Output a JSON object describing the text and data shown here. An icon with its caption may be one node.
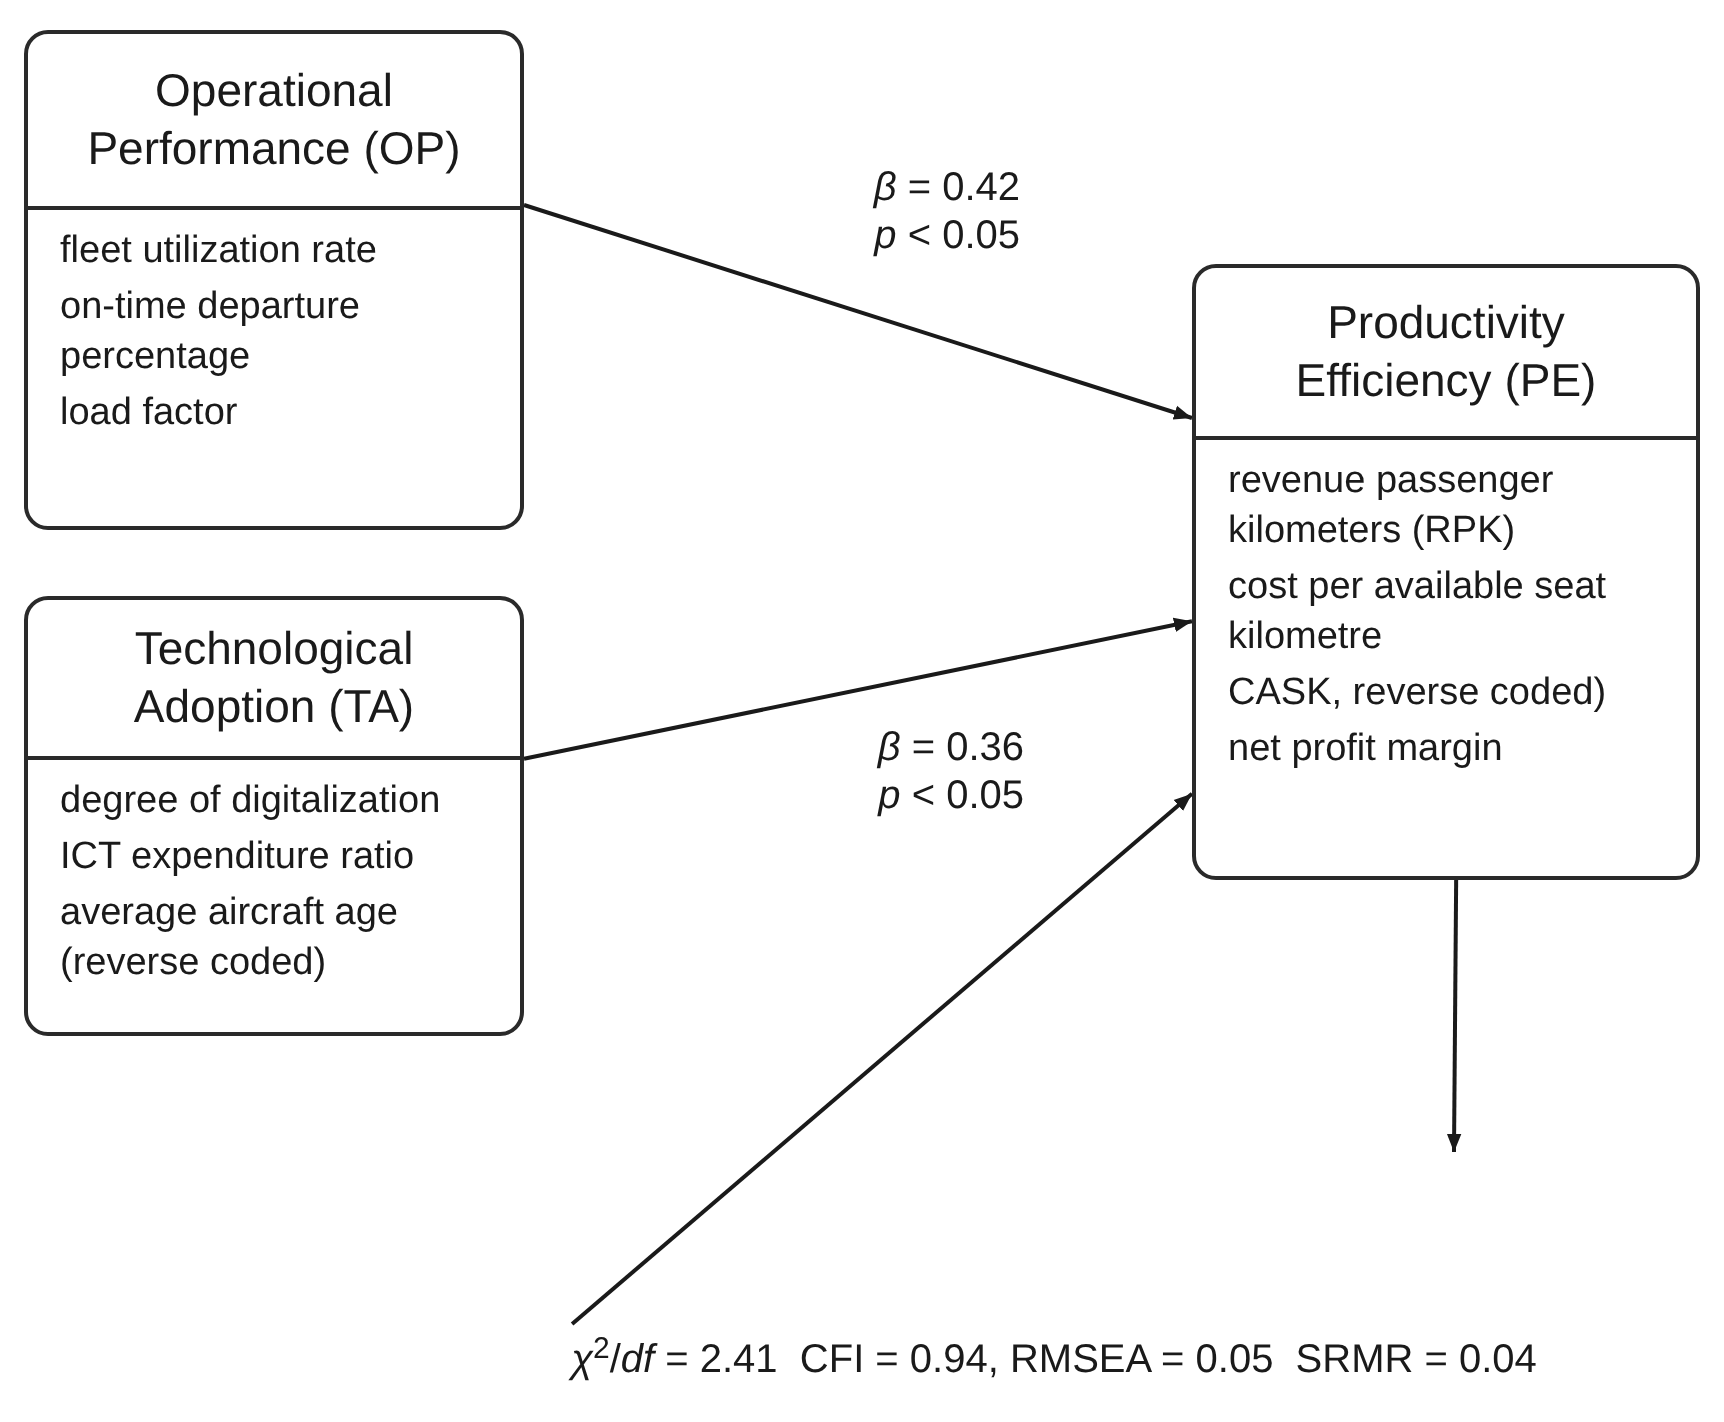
{
  "diagram": {
    "nodes": [
      {
        "text": [
          "Operational Performance (OP)",
          "fleet utilization rate",
          "on-time departure percentage",
          "load factor"
        ]
      },
      {
        "text": [
          "Technological Adoption (TA)",
          "degree of digitalization",
          "ICT expenditure ratio",
          "average aircraft age (reverse coded)"
        ]
      },
      {
        "text": [
          "Productivity Efficiency (PE)",
          "revenue passenger kilometers (RPK)",
          "cost per available seat kilometre",
          "CASK, reverse coded)",
          "net profit margin"
        ]
      },
      {
        "text": [
          "*χ*$^{2}$/*df* = 2.41  CFI = 0.94, RMSEA = 0.05  SRMR = 0.04"
        ]
      }
    ],
    "edges": [
      {
        "from": 0,
        "to": 2,
        "arrow": "to",
        "label": "*β* = 0.42 *p* < 0.05"
      },
      {
        "from": 1,
        "to": 2,
        "arrow": "to",
        "label": "*β* = 0.36 *p* < 0.05"
      },
      {
        "from": 3,
        "to": 2,
        "arrow": "to"
      },
      {
        "from": 2,
        "to": null,
        "arrow": "to"
      }
    ]
  }
}
